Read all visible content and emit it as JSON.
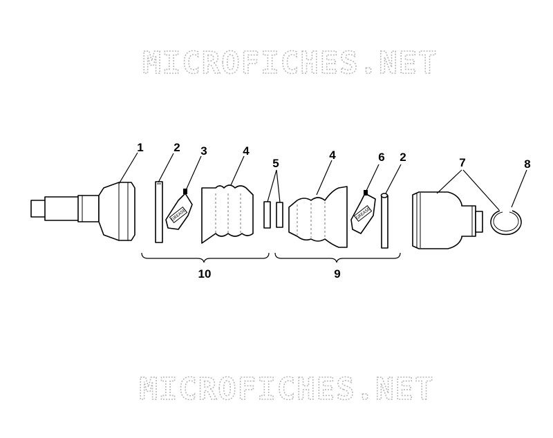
{
  "watermark": {
    "top": "MICROFICHES.NET",
    "bottom": "MICROFICHES.NET"
  },
  "callouts": {
    "c1": "1",
    "c2a": "2",
    "c3": "3",
    "c4a": "4",
    "c5": "5",
    "c4b": "4",
    "c6": "6",
    "c2b": "2",
    "c7": "7",
    "c8": "8",
    "c10": "10",
    "c9": "9"
  },
  "grease_packet_label": "GREASE"
}
